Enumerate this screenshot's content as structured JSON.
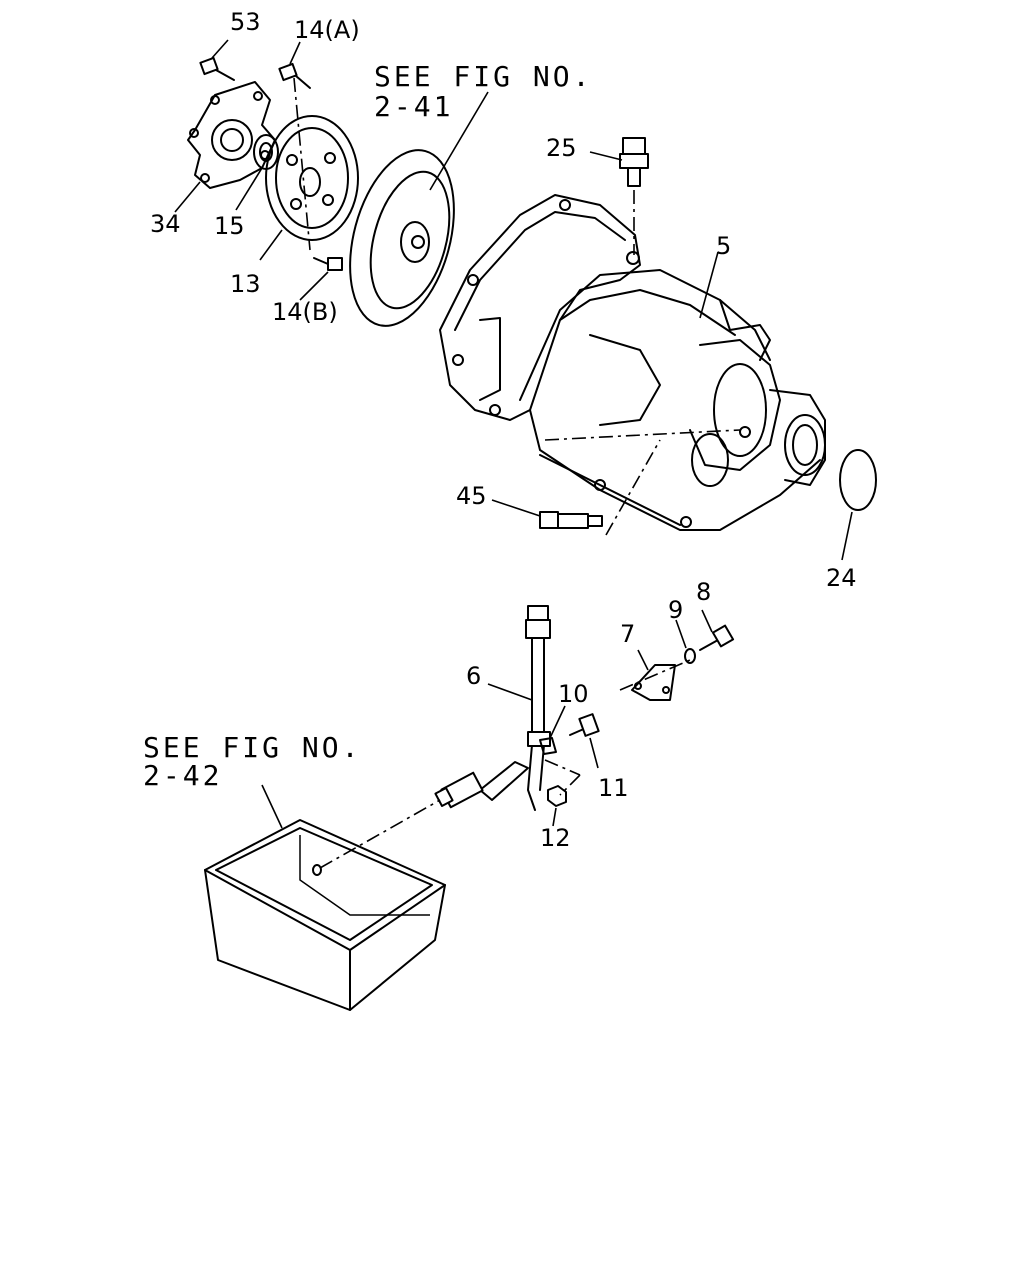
{
  "references": [
    {
      "line1": "SEE FIG NO.",
      "line2": "2-41"
    },
    {
      "line1": "SEE FIG NO.",
      "line2": "2-42"
    }
  ],
  "callouts": {
    "c53": "53",
    "c14a": "14(A)",
    "c34": "34",
    "c15": "15",
    "c13": "13",
    "c14b": "14(B)",
    "c25": "25",
    "c5": "5",
    "c45": "45",
    "c24": "24",
    "c6": "6",
    "c7": "7",
    "c8": "8",
    "c9": "9",
    "c10": "10",
    "c11": "11",
    "c12": "12"
  }
}
